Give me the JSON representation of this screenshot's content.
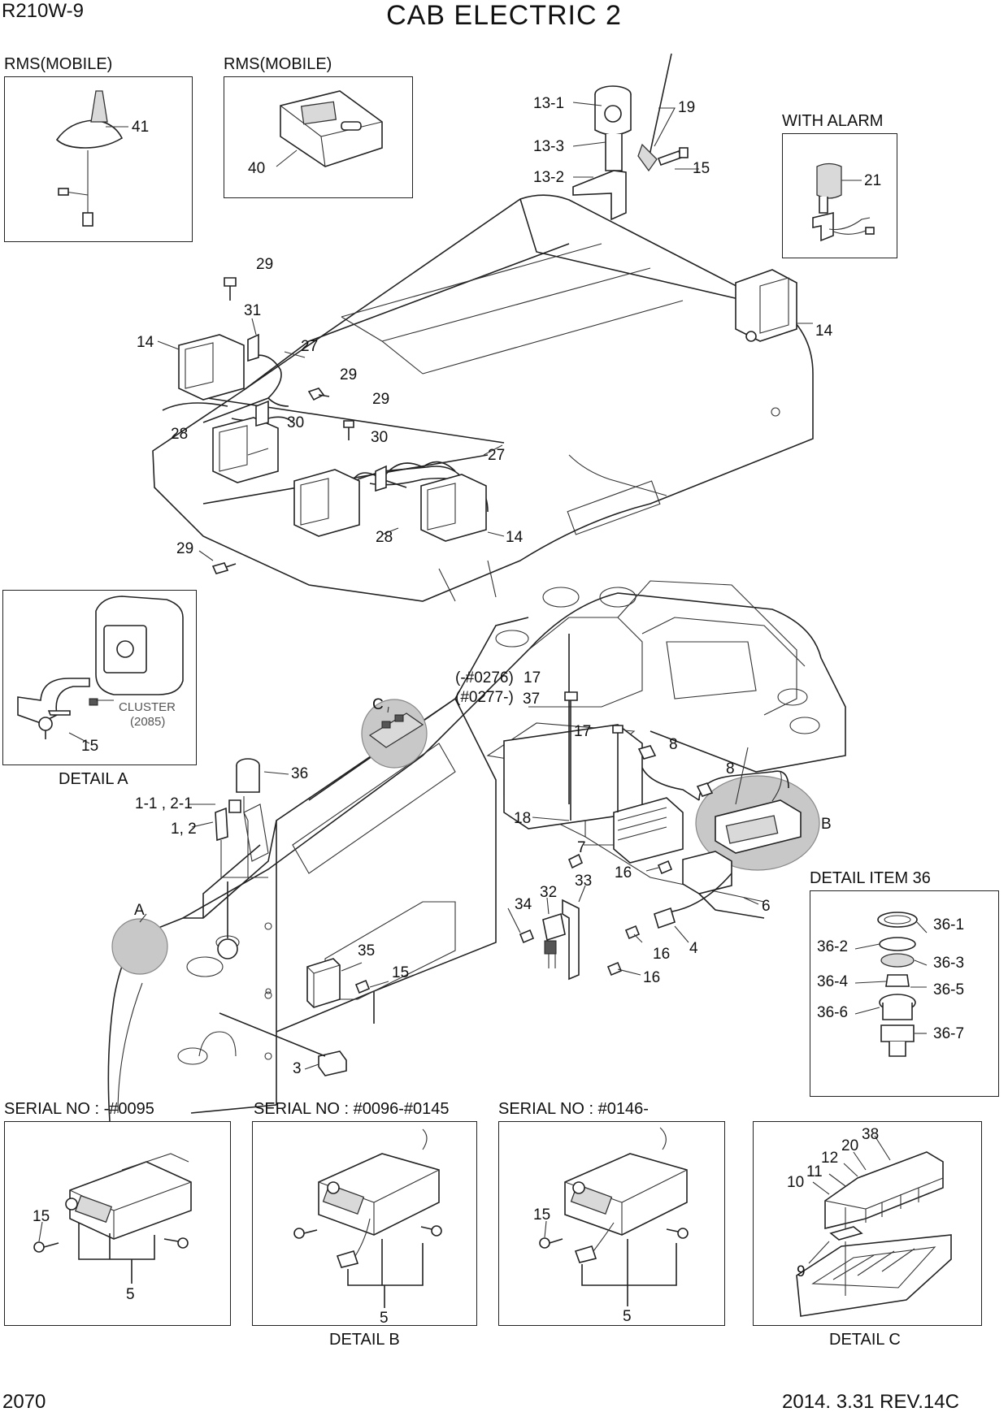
{
  "header": {
    "model": "R210W-9",
    "title": "CAB ELECTRIC 2"
  },
  "footer": {
    "page": "2070",
    "revision": "2014. 3.31  REV.14C"
  },
  "boxes": {
    "rms1": "RMS(MOBILE)",
    "rms2": "RMS(MOBILE)",
    "alarm": "WITH ALARM",
    "detail_a": "DETAIL A",
    "detail_item36": "DETAIL ITEM 36",
    "serial1": "SERIAL NO : -#0095",
    "serial2": "SERIAL NO : #0096-#0145",
    "serial3": "SERIAL NO : #0146-",
    "detail_b": "DETAIL B",
    "detail_c": "DETAIL C",
    "cluster": "CLUSTER",
    "cluster_ref": "(2085)"
  },
  "callouts": {
    "c41": "41",
    "c40": "40",
    "c13_1": "13-1",
    "c19": "19",
    "c13_3": "13-3",
    "c15a": "15",
    "c13_2": "13-2",
    "c21": "21",
    "c29a": "29",
    "c31": "31",
    "c14a": "14",
    "c27a": "27",
    "c29b": "29",
    "c14b": "14",
    "c29c": "29",
    "c30a": "30",
    "c28a": "28",
    "c30b": "30",
    "c27b": "27",
    "c28b": "28",
    "c14c": "14",
    "c29d": "29",
    "serial_ranges_a": "(-#0276)",
    "c17a": "17",
    "serial_ranges_b": "(#0277-)",
    "c37": "37",
    "c17b": "17",
    "c8a": "8",
    "c8b": "8",
    "cC": "C",
    "c36": "36",
    "c1_1": "1-1 , 2-1",
    "c1_2": "1, 2",
    "c15b": "15",
    "c18": "18",
    "c7": "7",
    "cB": "B",
    "c16a": "16",
    "c33": "33",
    "c32": "32",
    "c34": "34",
    "c6": "6",
    "c16b": "16",
    "c4": "4",
    "c16c": "16",
    "cA": "A",
    "c35": "35",
    "c15c": "15",
    "c3": "3",
    "c36_1": "36-1",
    "c36_2": "36-2",
    "c36_3": "36-3",
    "c36_4": "36-4",
    "c36_5": "36-5",
    "c36_6": "36-6",
    "c36_7": "36-7",
    "c15d": "15",
    "c5a": "5",
    "c5b": "5",
    "c15e": "15",
    "c5c": "5",
    "c10": "10",
    "c11": "11",
    "c12": "12",
    "c20": "20",
    "c38": "38",
    "c9": "9"
  }
}
